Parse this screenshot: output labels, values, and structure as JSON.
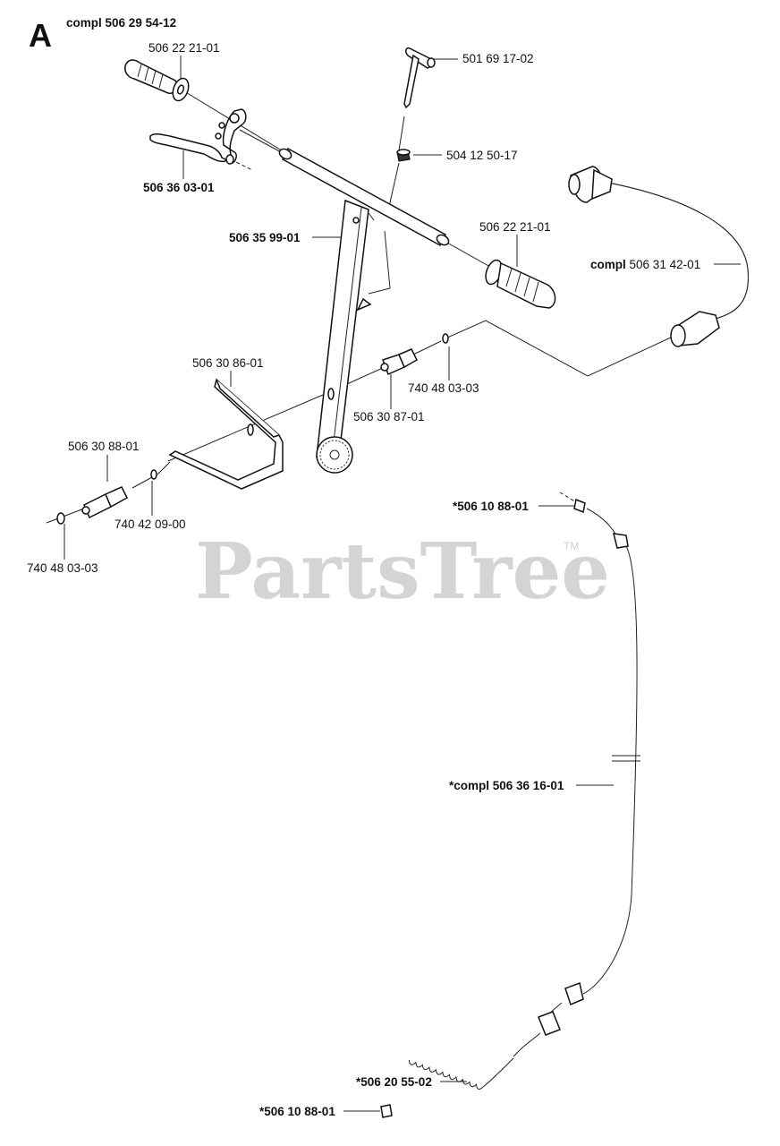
{
  "section_letter": "A",
  "assembly_label_prefix": "compl",
  "assembly_label_number": "506 29 54-12",
  "watermark": "PartsTree",
  "watermark_tm": "TM",
  "labels": {
    "grip_left": "506 22 21-01",
    "lever": "506 36 03-01",
    "tbolt": "501 69 17-02",
    "nut": "504 12 50-17",
    "handle": "506 35 99-01",
    "grip_right": "506 22 21-01",
    "hose_prefix": "compl",
    "hose_number": "506 31 42-01",
    "bracket": "506 30 86-01",
    "coupling_right": "506 30 87-01",
    "oring_right": "740 48 03-03",
    "nipple_left": "506 30 88-01",
    "washer_left": "740 42 09-00",
    "oring_left": "740 48 03-03",
    "cable_end_top": "*506 10 88-01",
    "cable_assembly": "*compl 506 36 16-01",
    "spring": "*506 20 55-02",
    "cable_end_bottom": "*506 10 88-01"
  }
}
